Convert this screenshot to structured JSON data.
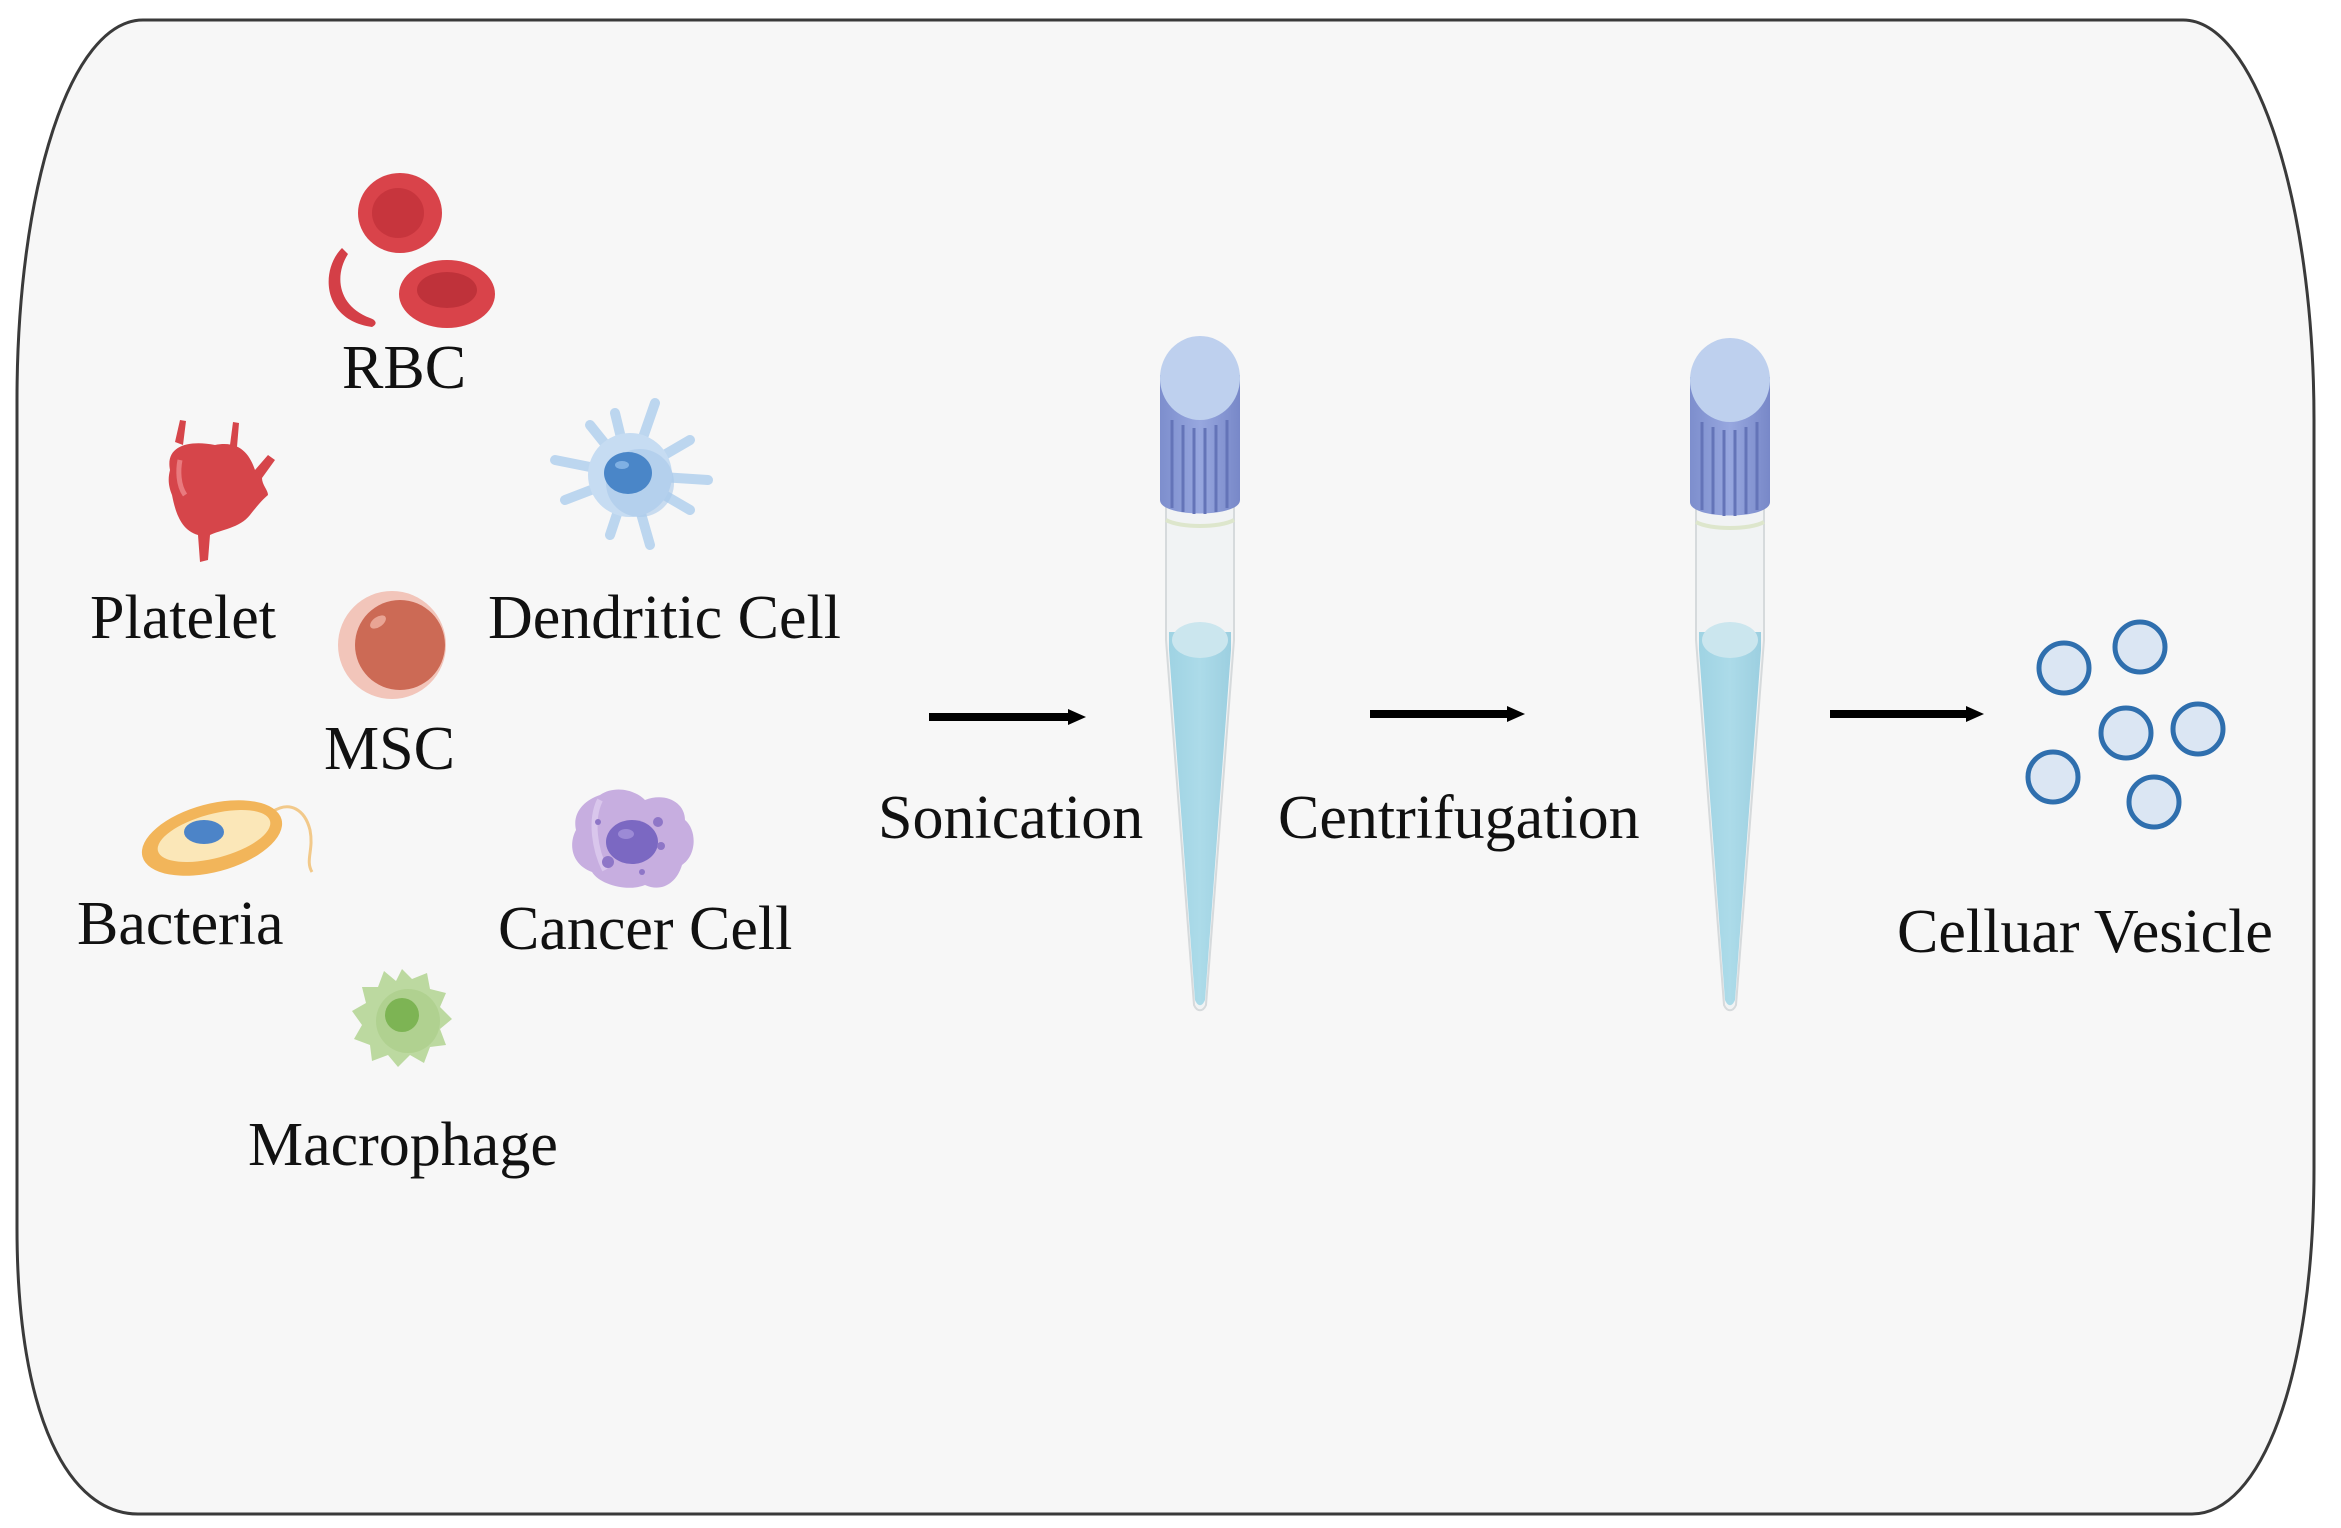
{
  "figure": {
    "type": "process-schematic",
    "background_color": "#f7f7f7",
    "border_color": "#444444"
  },
  "sources": {
    "title": "Cell sources",
    "items": [
      {
        "id": "rbc",
        "label": "RBC",
        "icon": "red-blood-cells-icon",
        "color": "#d9434a"
      },
      {
        "id": "platelet",
        "label": "Platelet",
        "icon": "platelet-icon",
        "color": "#d6454a"
      },
      {
        "id": "dendritic",
        "label": "Dendritic Cell",
        "icon": "dendritic-cell-icon",
        "color": "#4a86c8"
      },
      {
        "id": "msc",
        "label": "MSC",
        "icon": "mesenchymal-stem-cell-icon",
        "color": "#cc6a55"
      },
      {
        "id": "bacteria",
        "label": "Bacteria",
        "icon": "bacterium-icon",
        "color": "#f2b55a"
      },
      {
        "id": "cancer",
        "label": "Cancer Cell",
        "icon": "cancer-cell-icon",
        "color": "#7b68c2"
      },
      {
        "id": "macrophage",
        "label": "Macrophage",
        "icon": "macrophage-icon",
        "color": "#7db454"
      }
    ]
  },
  "steps": [
    {
      "label": "Sonication",
      "icon": "arrow-right-icon"
    },
    {
      "label": "Centrifugation",
      "icon": "arrow-right-icon"
    },
    {
      "label": "",
      "icon": "arrow-right-icon"
    }
  ],
  "tubes": [
    {
      "icon": "centrifuge-tube-icon",
      "cap_color": "#8a9bd6",
      "liquid_color": "#a6d8e7"
    },
    {
      "icon": "centrifuge-tube-icon",
      "cap_color": "#8a9bd6",
      "liquid_color": "#a6d8e7"
    }
  ],
  "product": {
    "label": "Celluar Vesicle",
    "icon": "vesicles-icon",
    "vesicle_count": 6,
    "fill_color": "#dbe6f3",
    "stroke_color": "#2f6fae"
  }
}
